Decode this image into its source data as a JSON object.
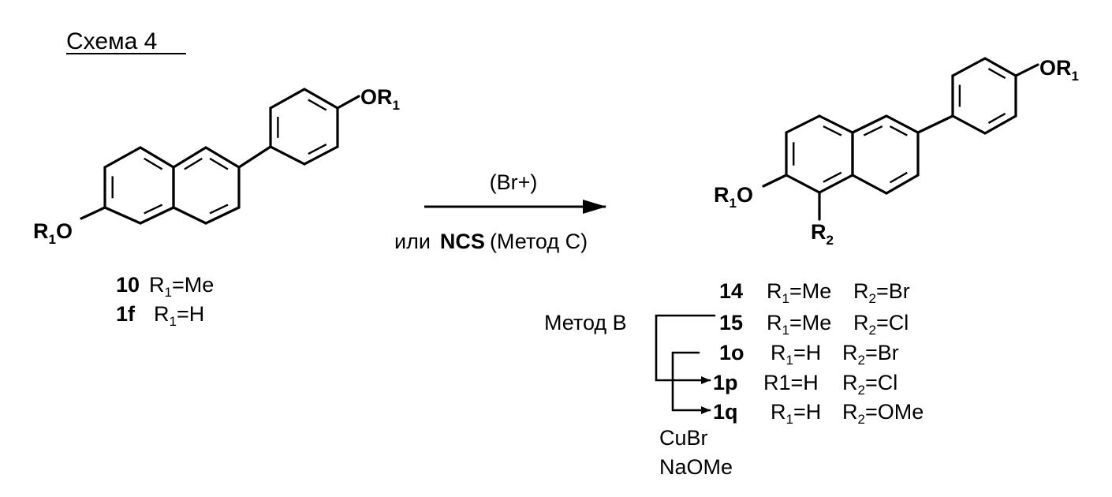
{
  "title": "Схема 4",
  "symbols": {
    "R": "R",
    "O": "O",
    "OR": "OR",
    "sub1": "1",
    "sub2": "2",
    "eq": "="
  },
  "reagents": {
    "above_arrow": "(Br+)",
    "below_prefix": "или",
    "below_reagent": "NCS",
    "below_method": "(Метод C)"
  },
  "starting_materials": [
    {
      "id": "10",
      "r1": "Me"
    },
    {
      "id": "1f",
      "r1": "H"
    }
  ],
  "products": [
    {
      "id": "14",
      "r1": "Me",
      "r2": "Br"
    },
    {
      "id": "15",
      "r1": "Me",
      "r2": "Cl"
    },
    {
      "id": "1o",
      "r1": "H",
      "r2": "Br"
    },
    {
      "id": "1p",
      "r1_plain": "R1",
      "r1": "H",
      "r2": "Cl"
    },
    {
      "id": "1q",
      "r1": "H",
      "r2": "OMe"
    }
  ],
  "method_b": "Метод B",
  "conditions": [
    "CuBr",
    "NaOMe"
  ]
}
